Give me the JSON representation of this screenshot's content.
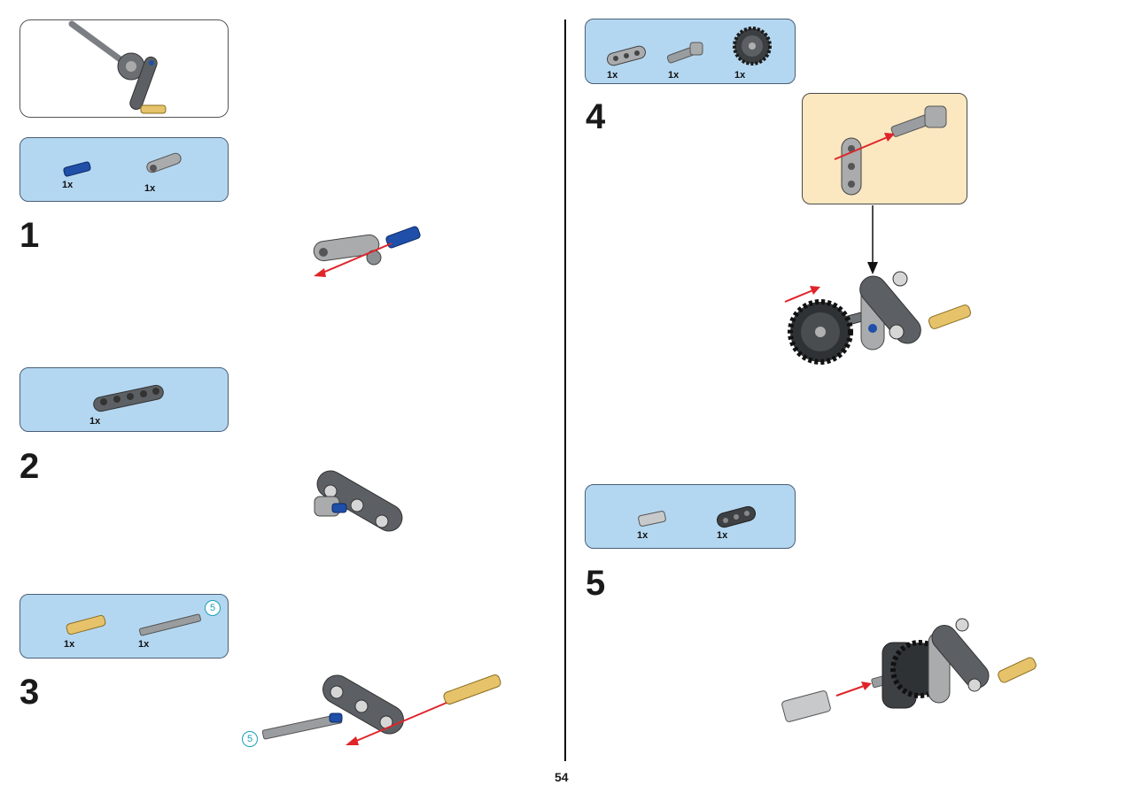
{
  "page_number": "54",
  "colors": {
    "parts_box_bg": "#b4d7f1",
    "subassembly_bg": "#fbe8c0",
    "arrow_red": "#e0242a",
    "length_badge": "#1aa0b8",
    "liftarm_dark": "#5c6064",
    "liftarm_light": "#a9abad",
    "pin_blue": "#1f4fa8",
    "pin_tan": "#e6c36a"
  },
  "left_page": {
    "callout": {
      "parts": [
        "axle-icon",
        "gear-icon",
        "liftarm-icon",
        "pin-icon"
      ]
    },
    "steps": [
      {
        "number": "1",
        "parts": [
          {
            "icon": "blue-pin-icon",
            "qty": "1x"
          },
          {
            "icon": "light-liftarm-icon",
            "qty": "1x"
          }
        ]
      },
      {
        "number": "2",
        "parts": [
          {
            "icon": "dark-liftarm-5-icon",
            "qty": "1x"
          }
        ]
      },
      {
        "number": "3",
        "parts": [
          {
            "icon": "tan-pin-icon",
            "qty": "1x"
          },
          {
            "icon": "axle-icon",
            "qty": "1x",
            "length": "5"
          }
        ],
        "model_length_badge": "5"
      }
    ]
  },
  "right_page": {
    "steps": [
      {
        "number": "4",
        "parts": [
          {
            "icon": "light-liftarm-3-icon",
            "qty": "1x"
          },
          {
            "icon": "axle-connector-icon",
            "qty": "1x"
          },
          {
            "icon": "gear-24-icon",
            "qty": "1x"
          }
        ]
      },
      {
        "number": "5",
        "parts": [
          {
            "icon": "bush-icon",
            "qty": "1x"
          },
          {
            "icon": "dark-liftarm-3-icon",
            "qty": "1x"
          }
        ]
      }
    ]
  }
}
